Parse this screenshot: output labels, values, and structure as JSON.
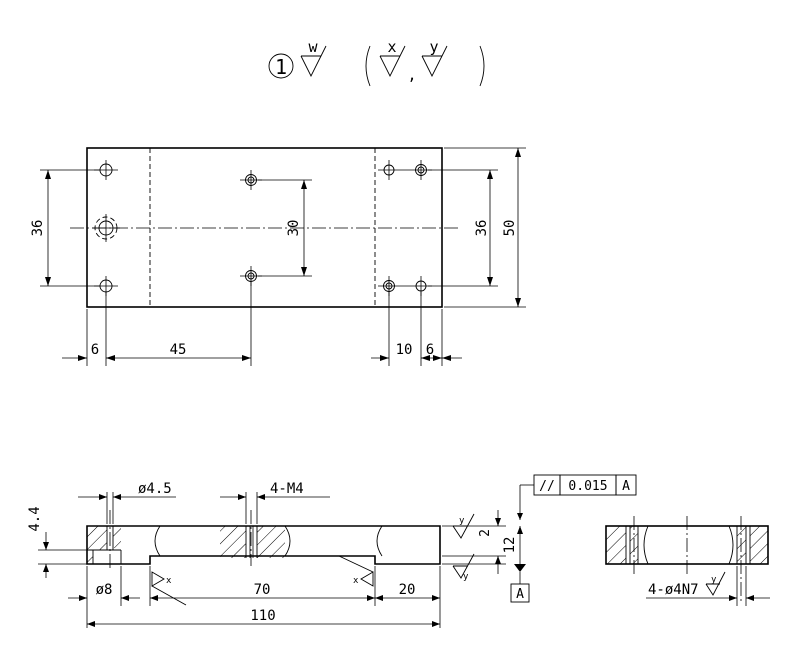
{
  "title_block": {
    "item_number": "1",
    "main_symbol": "w",
    "paren_symbols": [
      "x",
      "y"
    ],
    "separator": ","
  },
  "top_view": {
    "dims": {
      "d36_left": "36",
      "d30": "30",
      "d36_right": "36",
      "d50": "50",
      "d6_left": "6",
      "d45": "45",
      "d10": "10",
      "d6_right": "6"
    }
  },
  "front_view": {
    "labels": {
      "d4_4": "4.4",
      "phi4_5": "ø4.5",
      "m4": "4-M4",
      "phi8": "ø8",
      "d70": "70",
      "d20": "20",
      "d110": "110",
      "d2": "2",
      "d12": "12",
      "rough_x_left": "x",
      "rough_x_right": "x",
      "rough_y_top": "y",
      "rough_y_bottom": "y"
    },
    "tolerance": {
      "symbol": "//",
      "value": "0.015",
      "datum": "A"
    },
    "datum_label": "A"
  },
  "side_view": {
    "labels": {
      "holes": "4-ø4N7",
      "rough": "y"
    }
  },
  "colors": {
    "ink": "#000000",
    "paper": "#ffffff"
  }
}
